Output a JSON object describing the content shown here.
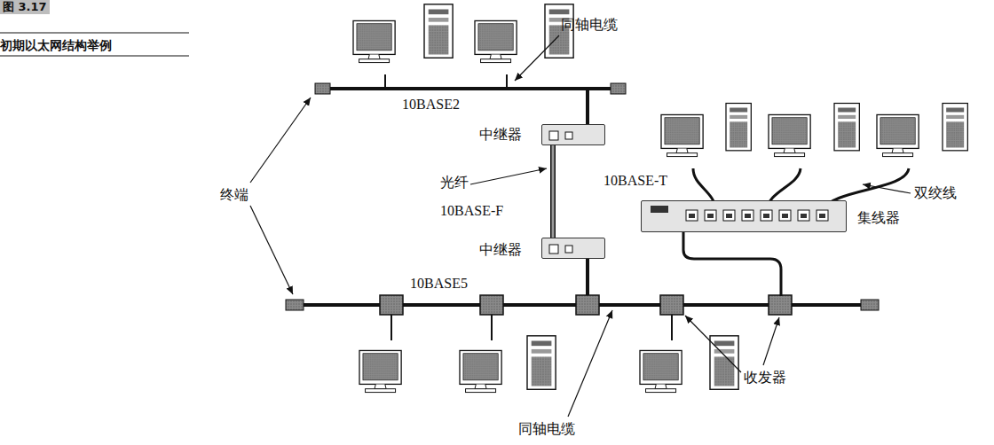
{
  "diagram": {
    "title": "图 3.17",
    "caption": "初期以太网结构举例",
    "nodes": [
      {
        "text": [
          "中继器"
        ]
      },
      {
        "text": [
          "中继器"
        ]
      },
      {
        "text": [
          "集线器"
        ]
      }
    ],
    "edges": [
      {
        "from": 0,
        "to": 1,
        "arrow": "none"
      }
    ],
    "labels": [
      "同轴电缆",
      "10BASE2",
      "光纤",
      "10BASE-F",
      "终端",
      "10BASE5",
      "10BASE-T",
      "双绞线",
      "收发器",
      "同轴电缆"
    ]
  }
}
